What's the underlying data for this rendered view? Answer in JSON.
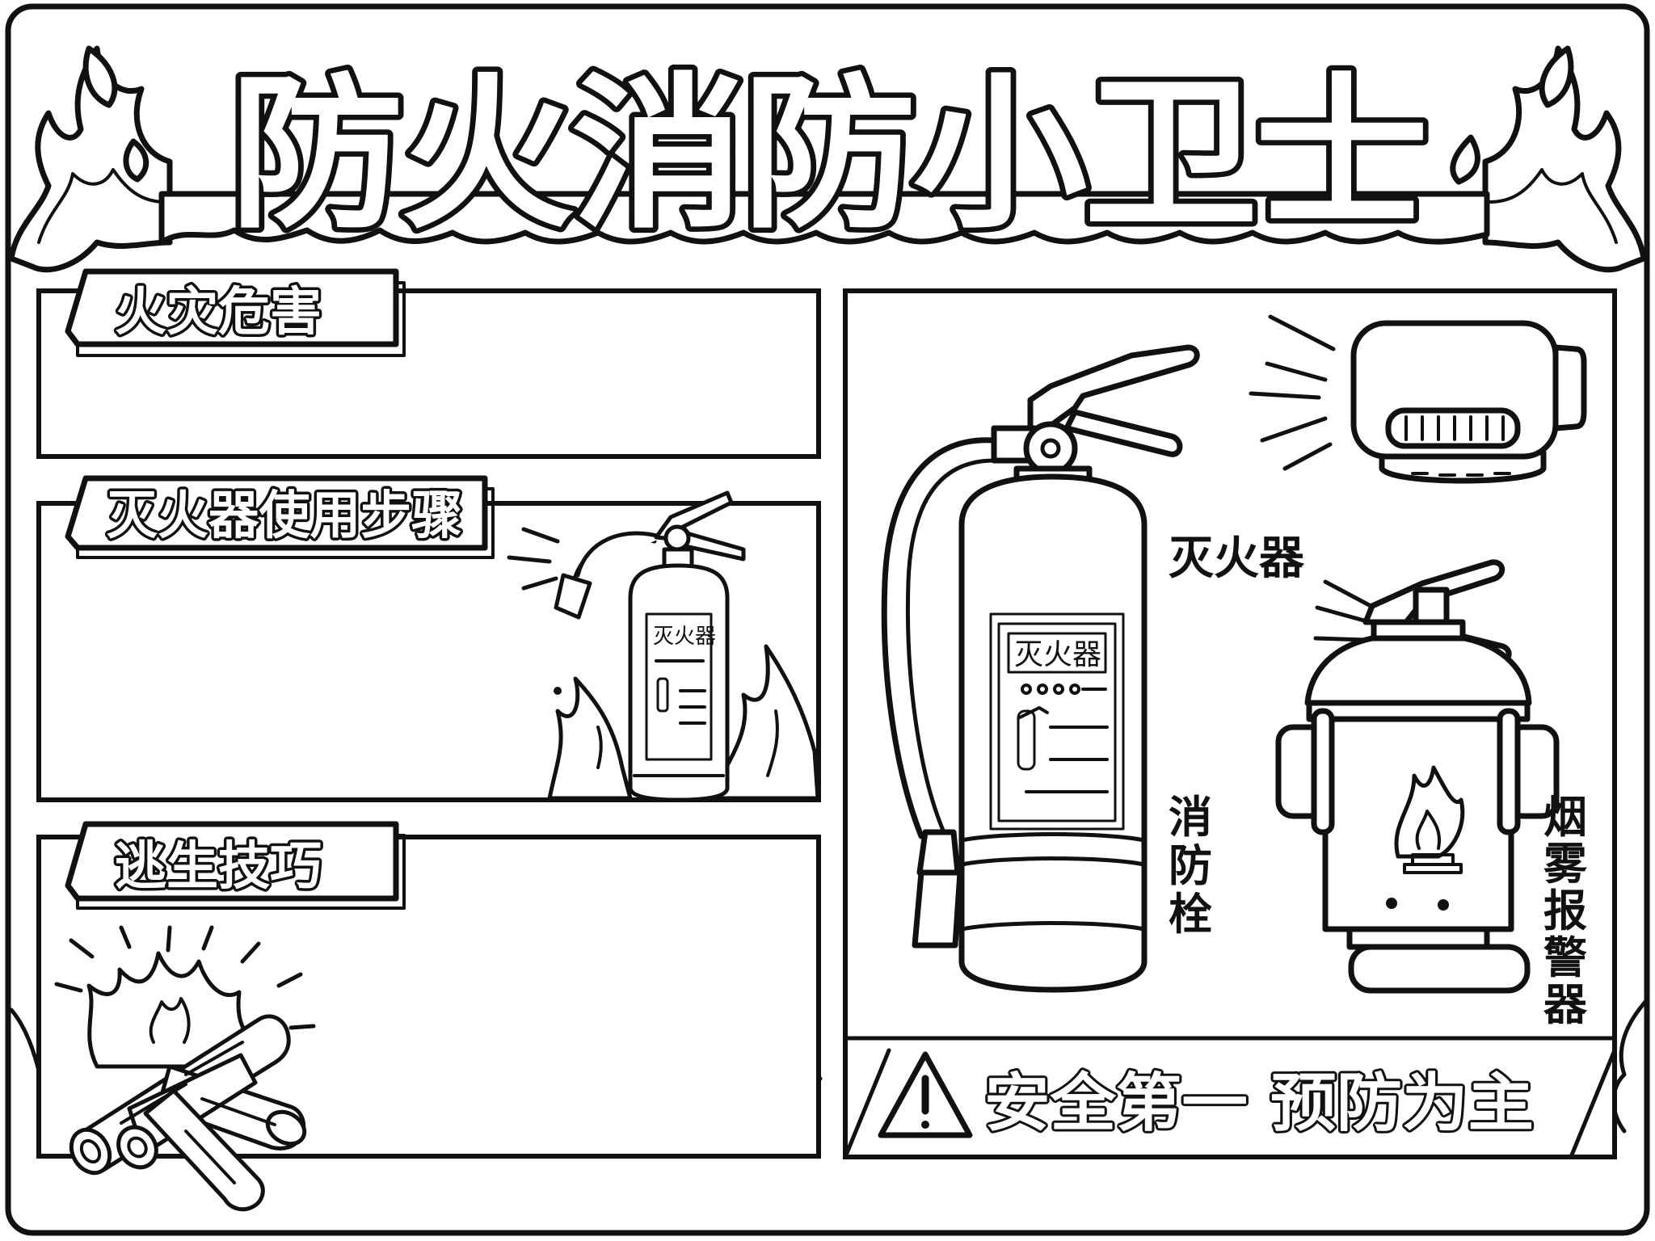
{
  "title": "防火消防小卫士",
  "sections": {
    "fire_hazards": {
      "title": "火灾危害"
    },
    "extinguisher_steps": {
      "title": "灭火器使用步骤"
    },
    "escape_tips": {
      "title": "逃生技巧"
    }
  },
  "labels": {
    "small_extinguisher": "灭火器",
    "extinguisher": "灭火器",
    "extinguisher_plate": "灭火器",
    "hydrant": [
      "消",
      "防",
      "栓"
    ],
    "smoke_alarm": [
      "烟",
      "雾",
      "报",
      "警",
      "器"
    ]
  },
  "slogan": "安全第一  预防为主",
  "icons": {
    "title_decoration": "flame-border-icon",
    "campfire": "campfire-icon",
    "small_extinguisher": "fire-extinguisher-icon",
    "extinguisher": "fire-extinguisher-icon",
    "smoke_detector": "smoke-detector-icon",
    "hydrant": "fire-hydrant-icon",
    "warning": "warning-triangle-icon"
  },
  "colors": {
    "ink": "#111111",
    "paper": "#ffffff"
  }
}
